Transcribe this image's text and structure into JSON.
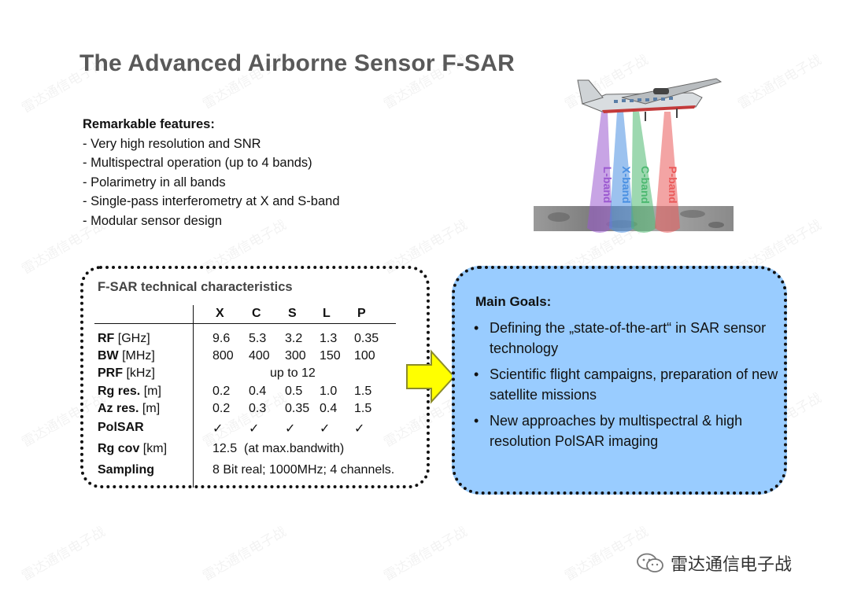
{
  "slide": {
    "title": "The Advanced Airborne Sensor F-SAR",
    "watermark_text": "雷达通信电子战"
  },
  "features": {
    "heading": "Remarkable features:",
    "items": [
      "Very high resolution and SNR",
      "Multispectral operation (up to 4 bands)",
      "Polarimetry in all bands",
      "Single-pass interferometry at X and S-band",
      "Modular sensor design"
    ]
  },
  "illustration": {
    "beams": [
      {
        "label": "L-band",
        "color": "#9b59d0"
      },
      {
        "label": "X-band",
        "color": "#4a90e2"
      },
      {
        "label": "C-band",
        "color": "#4cb870"
      },
      {
        "label": "P-band",
        "color": "#ea5a5a"
      }
    ]
  },
  "tech": {
    "title": "F-SAR technical characteristics",
    "bands": [
      "X",
      "C",
      "S",
      "L",
      "P"
    ],
    "rows": [
      {
        "label": "RF",
        "unit": " [GHz]",
        "values": [
          "9.6",
          "5.3",
          "3.2",
          "1.3",
          "0.35"
        ]
      },
      {
        "label": "BW",
        "unit": " [MHz]",
        "values": [
          "800",
          "400",
          "300",
          "150",
          "100"
        ]
      },
      {
        "label": "PRF",
        "unit": " [kHz]",
        "span": "up to 12"
      },
      {
        "label": "Rg res.",
        "unit": " [m]",
        "values": [
          "0.2",
          "0.4",
          "0.5",
          "1.0",
          "1.5"
        ]
      },
      {
        "label": "Az res.",
        "unit": " [m]",
        "values": [
          "0.2",
          "0.3",
          "0.35",
          "0.4",
          "1.5"
        ]
      },
      {
        "label": "PolSAR",
        "unit": "",
        "values": [
          "✓",
          "✓",
          "✓",
          "✓",
          "✓"
        ]
      },
      {
        "label": "Rg cov",
        "unit": " [km]",
        "span": "12.5  (at max.bandwith)"
      },
      {
        "label": "Sampling",
        "unit": "",
        "span": "8 Bit real; 1000MHz; 4 channels."
      }
    ]
  },
  "goals": {
    "heading": "Main Goals:",
    "items": [
      "Defining the „state-of-the-art“ in SAR sensor technology",
      "Scientific flight campaigns, preparation of new satellite missions",
      "New approaches by multispectral & high resolution PolSAR imaging"
    ]
  },
  "brand": {
    "name": "雷达通信电子战",
    "icon": "wechat-icon"
  },
  "colors": {
    "goals_bg": "#99ccff",
    "arrow": "#ffff00",
    "title": "#595959"
  }
}
